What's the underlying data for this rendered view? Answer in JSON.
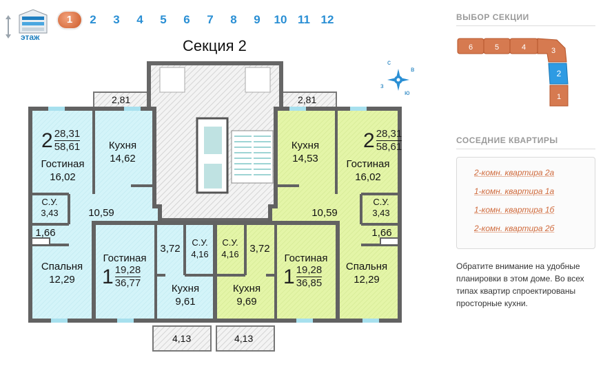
{
  "floor_nav": {
    "icon_label": "этаж",
    "items": [
      {
        "label": "1",
        "active": true
      },
      {
        "label": "2"
      },
      {
        "label": "3"
      },
      {
        "label": "4"
      },
      {
        "label": "5"
      },
      {
        "label": "6"
      },
      {
        "label": "7"
      },
      {
        "label": "8"
      },
      {
        "label": "9"
      },
      {
        "label": "10"
      },
      {
        "label": "11"
      },
      {
        "label": "12"
      }
    ]
  },
  "plan": {
    "title": "Секция 2",
    "compass": {
      "n": "с",
      "e": "в",
      "s": "ю",
      "w": "з"
    },
    "balconies": {
      "top_left": "2,81",
      "top_right": "2,81",
      "bottom_left": "4,13",
      "bottom_right": "4,13"
    },
    "apartments": {
      "a2_left": {
        "rooms": "2",
        "living": "28,31",
        "total": "58,61"
      },
      "a2_right": {
        "rooms": "2",
        "living": "28,31",
        "total": "58,61"
      },
      "a1_left": {
        "rooms": "1",
        "living": "19,28",
        "total": "36,77"
      },
      "a1_right": {
        "rooms": "1",
        "living": "19,28",
        "total": "36,85"
      }
    },
    "rooms": {
      "l_living_name": "Гостиная",
      "l_living_area": "16,02",
      "l_kitchen_name": "Кухня",
      "l_kitchen_area": "14,62",
      "l_bath_name": "С.У.",
      "l_bath_area": "3,43",
      "l_hall_area": "10,59",
      "l_store_area": "1,66",
      "l_bed_name": "Спальня",
      "l_bed_area": "12,29",
      "c1_living_name": "Гостиная",
      "c1_hall_area": "3,72",
      "c1_bath_name": "С.У.",
      "c1_bath_area": "4,16",
      "c1_kitchen_name": "Кухня",
      "c1_kitchen_area": "9,61",
      "c2_bath_name": "С.У.",
      "c2_bath_area": "4,16",
      "c2_hall_area": "3,72",
      "c2_kitchen_name": "Кухня",
      "c2_kitchen_area": "9,69",
      "c2_living_name": "Гостиная",
      "r_kitchen_name": "Кухня",
      "r_kitchen_area": "14,53",
      "r_living_name": "Гостиная",
      "r_living_area": "16,02",
      "r_hall_area": "10,59",
      "r_bath_name": "С.У.",
      "r_bath_area": "3,43",
      "r_store_area": "1,66",
      "r_bed_name": "Спальня",
      "r_bed_area": "12,29"
    },
    "colors": {
      "blue": "#d4f4f9",
      "green": "#e4f5a8",
      "wall": "#626262",
      "common": "#eeeeee"
    }
  },
  "section_select": {
    "title": "ВЫБОР СЕКЦИИ",
    "sections": [
      "6",
      "5",
      "4",
      "3",
      "2",
      "1"
    ],
    "selected": "2"
  },
  "neighbors": {
    "title": "СОСЕДНИЕ КВАРТИРЫ",
    "links": [
      "2-комн. квартира 2а",
      "1-комн. квартира 1а",
      "1-комн. квартира 1б",
      "2-комн. квартира 2б"
    ]
  },
  "info": {
    "text": "Обратите внимание на удобные планировки в этом доме. Во всех типах квартир спроектированы просторные кухни."
  }
}
